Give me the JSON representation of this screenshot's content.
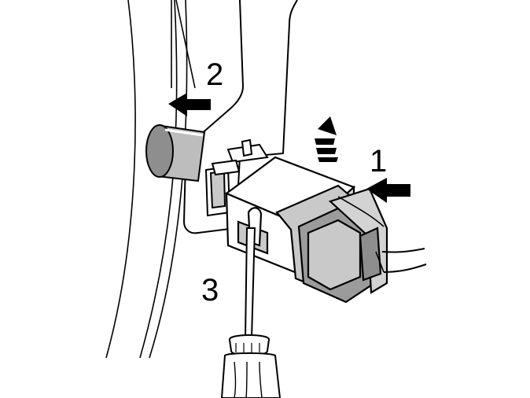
{
  "colors": {
    "line": "#000000",
    "fill_light": "#ffffff",
    "fill_medium": "#c9c9c9",
    "fill_dark": "#8e8e8e"
  },
  "callouts": [
    {
      "id": "step-1",
      "text": "1"
    },
    {
      "id": "step-2",
      "text": "2"
    },
    {
      "id": "step-3",
      "text": "3"
    }
  ],
  "icons": [
    "push-arrow-icon",
    "lift-arrow-icon",
    "screwdriver-icon"
  ]
}
